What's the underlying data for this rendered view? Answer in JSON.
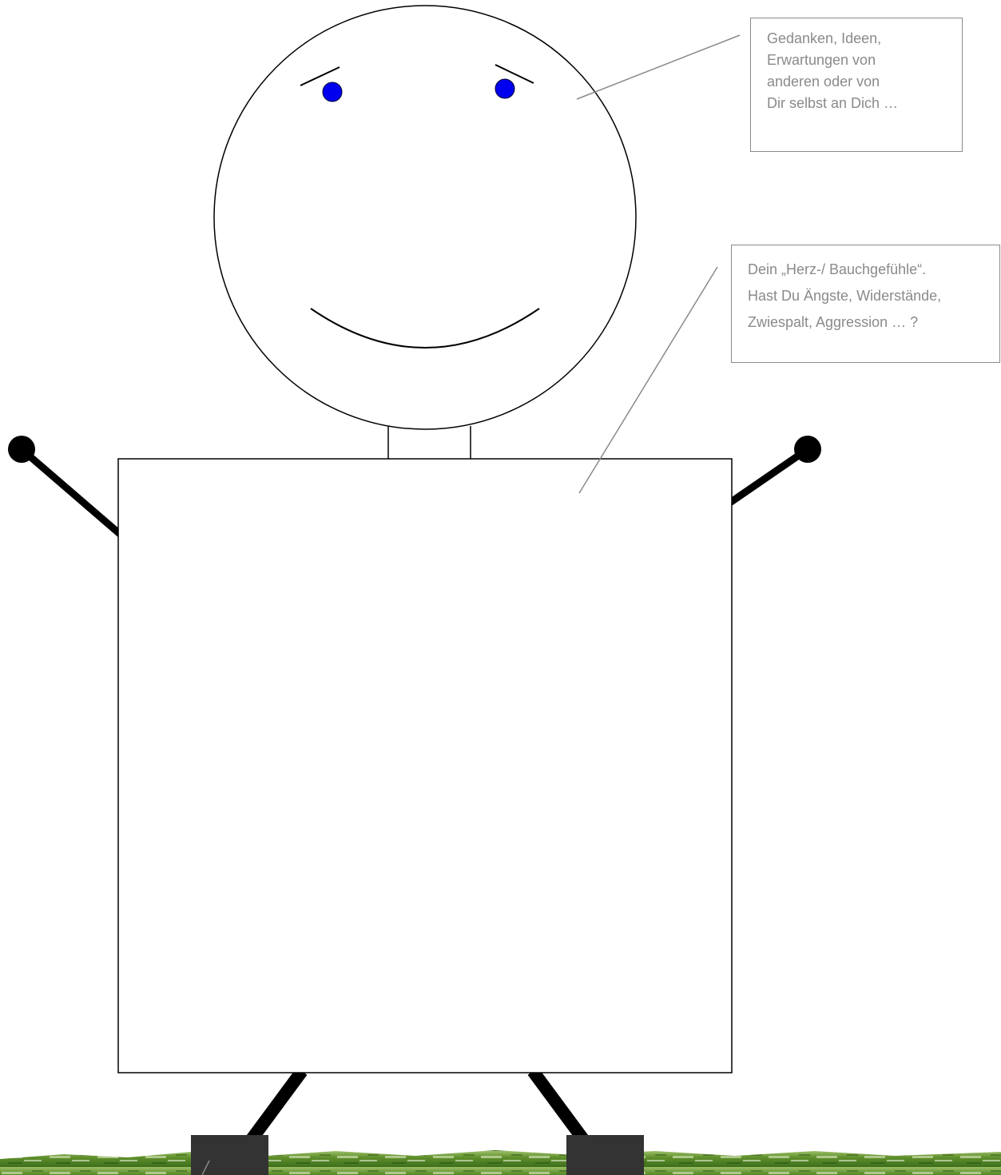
{
  "callouts": {
    "head": {
      "text": "Gedanken, Ideen,\nErwartungen von\nanderen oder von\nDir selbst an Dich …"
    },
    "body": {
      "line1": "Dein „Herz-/ Bauchgefühle“.",
      "line2": "Hast Du Ängste, Widerstände,",
      "line3": "Zwiespalt, Aggression … ?"
    }
  },
  "colors": {
    "outline": "#000000",
    "eyes": "#0000ee",
    "callout_gray": "#8a8a8a",
    "feet": "#333333",
    "grass": "#4f7f28"
  },
  "icons": {
    "eyes": "blue-circle",
    "hands": "black-dot",
    "feet": "dark-rectangle"
  }
}
